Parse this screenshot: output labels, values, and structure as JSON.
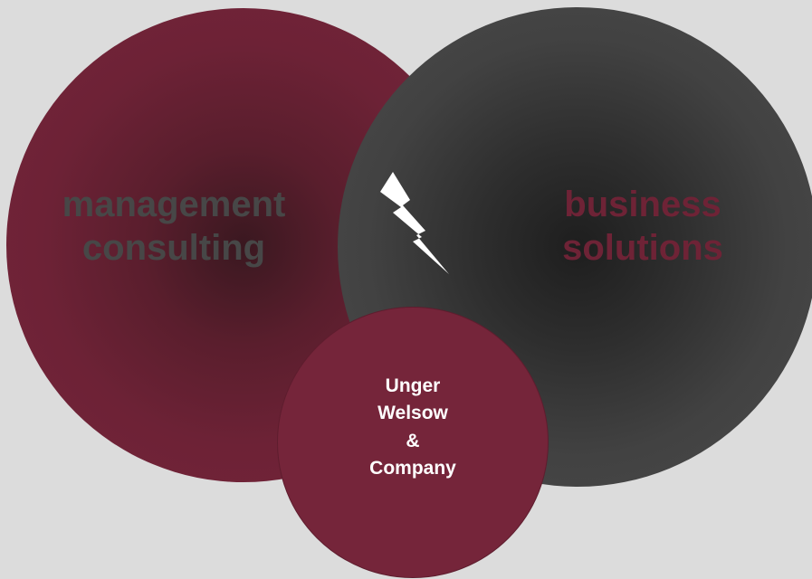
{
  "diagram": {
    "left_circle": {
      "lines": [
        "management",
        "consulting"
      ],
      "color": "#76253b",
      "text_color": "#474747"
    },
    "right_circle": {
      "lines": [
        "business",
        "solutions"
      ],
      "color": "#4a4a4a",
      "text_color": "#6e2336"
    },
    "center_circle": {
      "lines": [
        "Unger",
        "Welsow",
        "&",
        "Company"
      ],
      "color": "#75253a",
      "text_color": "#ffffff"
    },
    "connector_icon": "lightning-bolt-icon",
    "background": "#dcdcdc"
  }
}
